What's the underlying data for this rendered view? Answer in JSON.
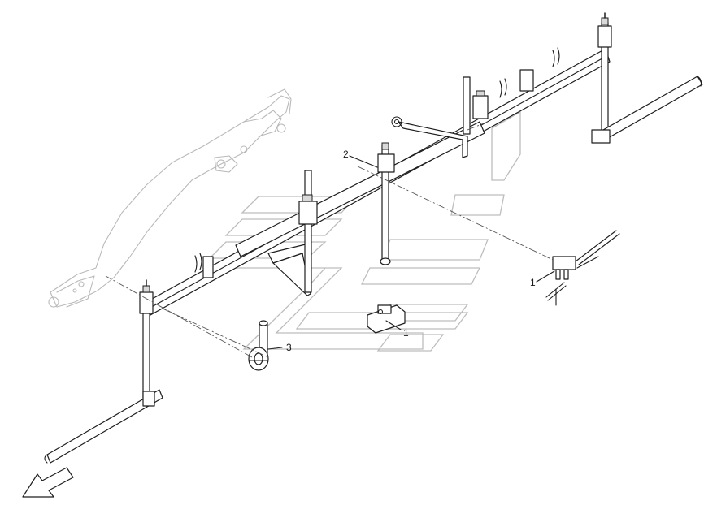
{
  "diagram": {
    "callouts": [
      {
        "id": "callout-1-nozzle",
        "text": "1"
      },
      {
        "id": "callout-1-clamp",
        "text": "1"
      },
      {
        "id": "callout-2",
        "text": "2"
      },
      {
        "id": "callout-3",
        "text": "3"
      }
    ],
    "colors": {
      "line": "#1e1e1e",
      "ghost": "#b9b9b9",
      "watermark": "#bdbdbd",
      "fill": "#ffffff"
    },
    "icons": {
      "direction": "direction-arrow-icon"
    }
  }
}
